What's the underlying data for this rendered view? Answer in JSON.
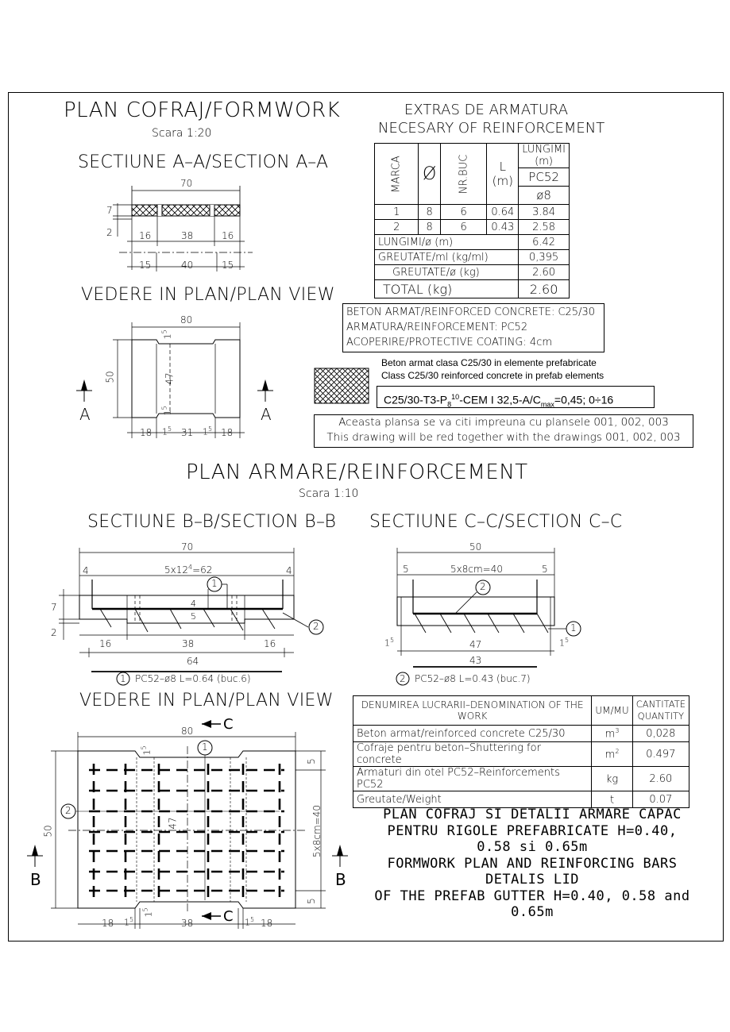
{
  "formwork": {
    "title": "PLAN COFRAJ/FORMWORK",
    "scale": "Scara 1:20",
    "section_aa": {
      "title": "SECTIUNE A–A/SECTION A–A",
      "dims": {
        "total": "70",
        "h7": "7",
        "h2": "2",
        "top_l": "16",
        "top_m": "38",
        "top_r": "16",
        "bot_l": "15",
        "bot_m": "40",
        "bot_r": "15"
      }
    },
    "plan_view": {
      "title": "VEDERE IN PLAN/PLAN VIEW",
      "dims": {
        "total": "80",
        "height": "50",
        "inner": "47",
        "s15": "1",
        "s15sup": "5",
        "bot_l": "18",
        "bot_m": "31",
        "bot_r": "18",
        "cut": "A"
      }
    }
  },
  "extras": {
    "title1": "EXTRAS DE ARMATURA",
    "title2": "NECESARY OF REINFORCEMENT",
    "headers": {
      "marca": "MARCA",
      "diam": "Ø",
      "nrbuc": "NR.BUC",
      "l": "L",
      "lunit": "(m)",
      "lungimi": "LUNGIMI (m)",
      "pc52": "PC52",
      "d8": "ø8"
    },
    "rows": [
      {
        "marca": "1",
        "diam": "8",
        "nrbuc": "6",
        "l": "0.64",
        "lungimi": "3.84"
      },
      {
        "marca": "2",
        "diam": "8",
        "nrbuc": "6",
        "l": "0.43",
        "lungimi": "2.58"
      }
    ],
    "summary": [
      {
        "label": "LUNGIMI/ø (m)",
        "value": "6.42"
      },
      {
        "label": "GREUTATE/ml (kg/ml)",
        "value": "0,395"
      },
      {
        "label": "GREUTATE/ø (kg)",
        "value": "2.60"
      },
      {
        "label": "TOTAL (kg)",
        "value": "2.60"
      }
    ]
  },
  "concrete_info": {
    "line1": "BETON ARMAT/REINFORCED CONCRETE: C25/30",
    "line2": "ARMATURA/REINFORCEMENT: PC52",
    "line3": "ACOPERIRE/PROTECTIVE COATING: 4cm"
  },
  "legend": {
    "line1": "Beton armat clasa C25/30 in elemente prefabricate",
    "line2": "Class C25/30 reinforced concrete in prefab elements",
    "spec_a": "C25/30-T3-P",
    "spec_sub": "8",
    "spec_sup": "10",
    "spec_b": "-CEM I 32,5-A/C",
    "spec_sub2": "max",
    "spec_c": "=0,45; 0÷16"
  },
  "note": {
    "line1": "Aceasta plansa se va citi impreuna cu plansele 001, 002, 003",
    "line2": "This drawing will be red together with the drawings 001, 002, 003"
  },
  "reinforcement": {
    "title": "PLAN ARMARE/REINFORCEMENT",
    "scale": "Scara 1:10",
    "section_bb": {
      "title": "SECTIUNE B–B/SECTION B–B",
      "dims": {
        "total": "70",
        "l4": "4",
        "r4": "4",
        "spacing": "5x12",
        "spacing_sup": "4",
        "spacing_tail": "=62",
        "h7": "7",
        "h2": "2",
        "s45": "4",
        "s5": "5",
        "b16l": "16",
        "b38": "38",
        "b16r": "16",
        "b64": "64"
      },
      "caption": "PC52–ø8 L=0.64 (buc.6)",
      "mark": "1"
    },
    "section_cc": {
      "title": "SECTIUNE C–C/SECTION C–C",
      "dims": {
        "total": "50",
        "l5": "5",
        "r5": "5",
        "spacing": "5x8cm=40",
        "b47": "47",
        "b43": "43",
        "s1": "1",
        "s5": "5"
      },
      "caption": "PC52–ø8 L=0.43 (buc.7)",
      "mark": "2"
    },
    "plan_view": {
      "title": "VEDERE IN PLAN/PLAN VIEW",
      "dims": {
        "total": "80",
        "height": "50",
        "inner": "47",
        "spacing": "5x8cm=40",
        "t5": "5",
        "b5": "5",
        "bot_l": "18",
        "bot_m": "38",
        "bot_r": "18",
        "s1": "1",
        "s5": "5",
        "cut_c": "C",
        "cut_b": "B"
      }
    }
  },
  "quantities": {
    "headers": {
      "work": "DENUMIREA LUCRARII–DENOMINATION OF THE WORK",
      "um": "UM/MU",
      "qty1": "CANTITATE",
      "qty2": "QUANTITY"
    },
    "rows": [
      {
        "work": "Beton armat/reinforced concrete C25/30",
        "um": "m",
        "um_sup": "3",
        "qty": "0,028"
      },
      {
        "work": "Cofraje pentru beton–Shuttering for concrete",
        "um": "m",
        "um_sup": "2",
        "qty": "0.497"
      },
      {
        "work": "Armaturi din otel PC52–Reinforcements PC52",
        "um": "kg",
        "um_sup": "",
        "qty": "2.60"
      },
      {
        "work": "Greutate/Weight",
        "um": "t",
        "um_sup": "",
        "qty": "0.07"
      }
    ]
  },
  "title_block": {
    "line1": "PLAN COFRAJ SI DETALII ARMARE CAPAC",
    "line2": "PENTRU RIGOLE PREFABRICATE H=0.40,",
    "line3": "0.58 si 0.65m",
    "line4": "FORMWORK PLAN AND REINFORCING BARS",
    "line5": "DETALIS LID",
    "line6": "OF THE PREFAB GUTTER H=0.40, 0.58 and",
    "line7": "0.65m"
  }
}
